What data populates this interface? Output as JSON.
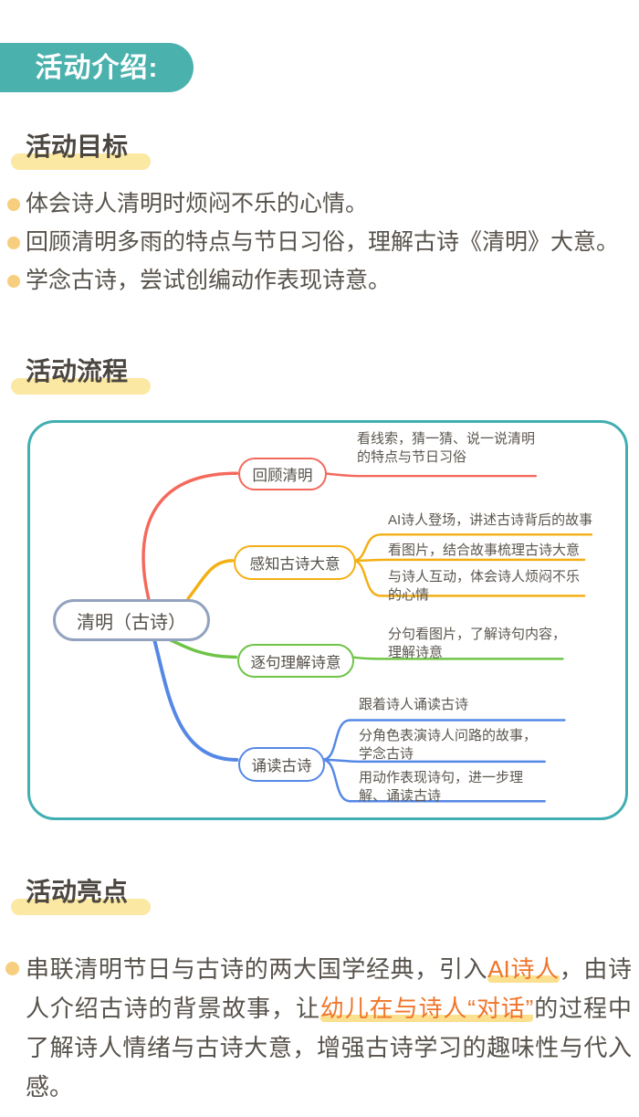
{
  "banner": {
    "label": "活动介绍:"
  },
  "sections": {
    "goals": {
      "title": "活动目标",
      "items": [
        "体会诗人清明时烦闷不乐的心情。",
        "回顾清明多雨的特点与节日习俗，理解古诗《清明》大意。",
        "学念古诗，尝试创编动作表现诗意。"
      ]
    },
    "process": {
      "title": "活动流程"
    },
    "highlights": {
      "title": "活动亮点"
    }
  },
  "mindmap": {
    "root": "清明（古诗）",
    "branches": [
      {
        "label": "回顾清明",
        "color": "#F4695C",
        "leaves": [
          "看线索，猜一猜、说一说清明\n的特点与节日习俗"
        ]
      },
      {
        "label": "感知古诗大意",
        "color": "#F3AF14",
        "leaves": [
          "AI诗人登场，讲述古诗背后的故事",
          "看图片，结合故事梳理古诗大意",
          "与诗人互动，体会诗人烦闷不乐\n的心情"
        ]
      },
      {
        "label": "逐句理解诗意",
        "color": "#6FC447",
        "leaves": [
          "分句看图片，了解诗句内容，\n理解诗意"
        ]
      },
      {
        "label": "诵读古诗",
        "color": "#5588E6",
        "leaves": [
          "跟着诗人诵读古诗",
          "分角色表演诗人问路的故事，\n学念古诗",
          "用动作表现诗句，进一步理\n解、诵读古诗"
        ]
      }
    ]
  },
  "highlight_para": {
    "parts": [
      {
        "text": "串联清明节日与古诗的两大国学经典，引入"
      },
      {
        "text": "AI诗人"
      },
      {
        "text": "，由诗人介绍古诗的背景故事，让"
      },
      {
        "text": "幼儿在与诗人“对话”"
      },
      {
        "text": "的过程中了解诗人情绪与古诗大意，增强古诗学习的趣味性与代入感。"
      }
    ]
  },
  "colors": {
    "banner_teal": "#4BB1AD",
    "map_border_teal": "#41AEB1",
    "heading_highlight_yellow": "#FBE8A2",
    "bullet_yellow": "#F6CE7E",
    "branch_red": "#F4695C",
    "branch_yellow": "#F3AF14",
    "branch_green": "#6FC447",
    "branch_blue": "#5588E6",
    "root_border_blue_gray": "#93A2BE",
    "accent_orange_text": "#F0752B",
    "body_text": "#57524B"
  }
}
